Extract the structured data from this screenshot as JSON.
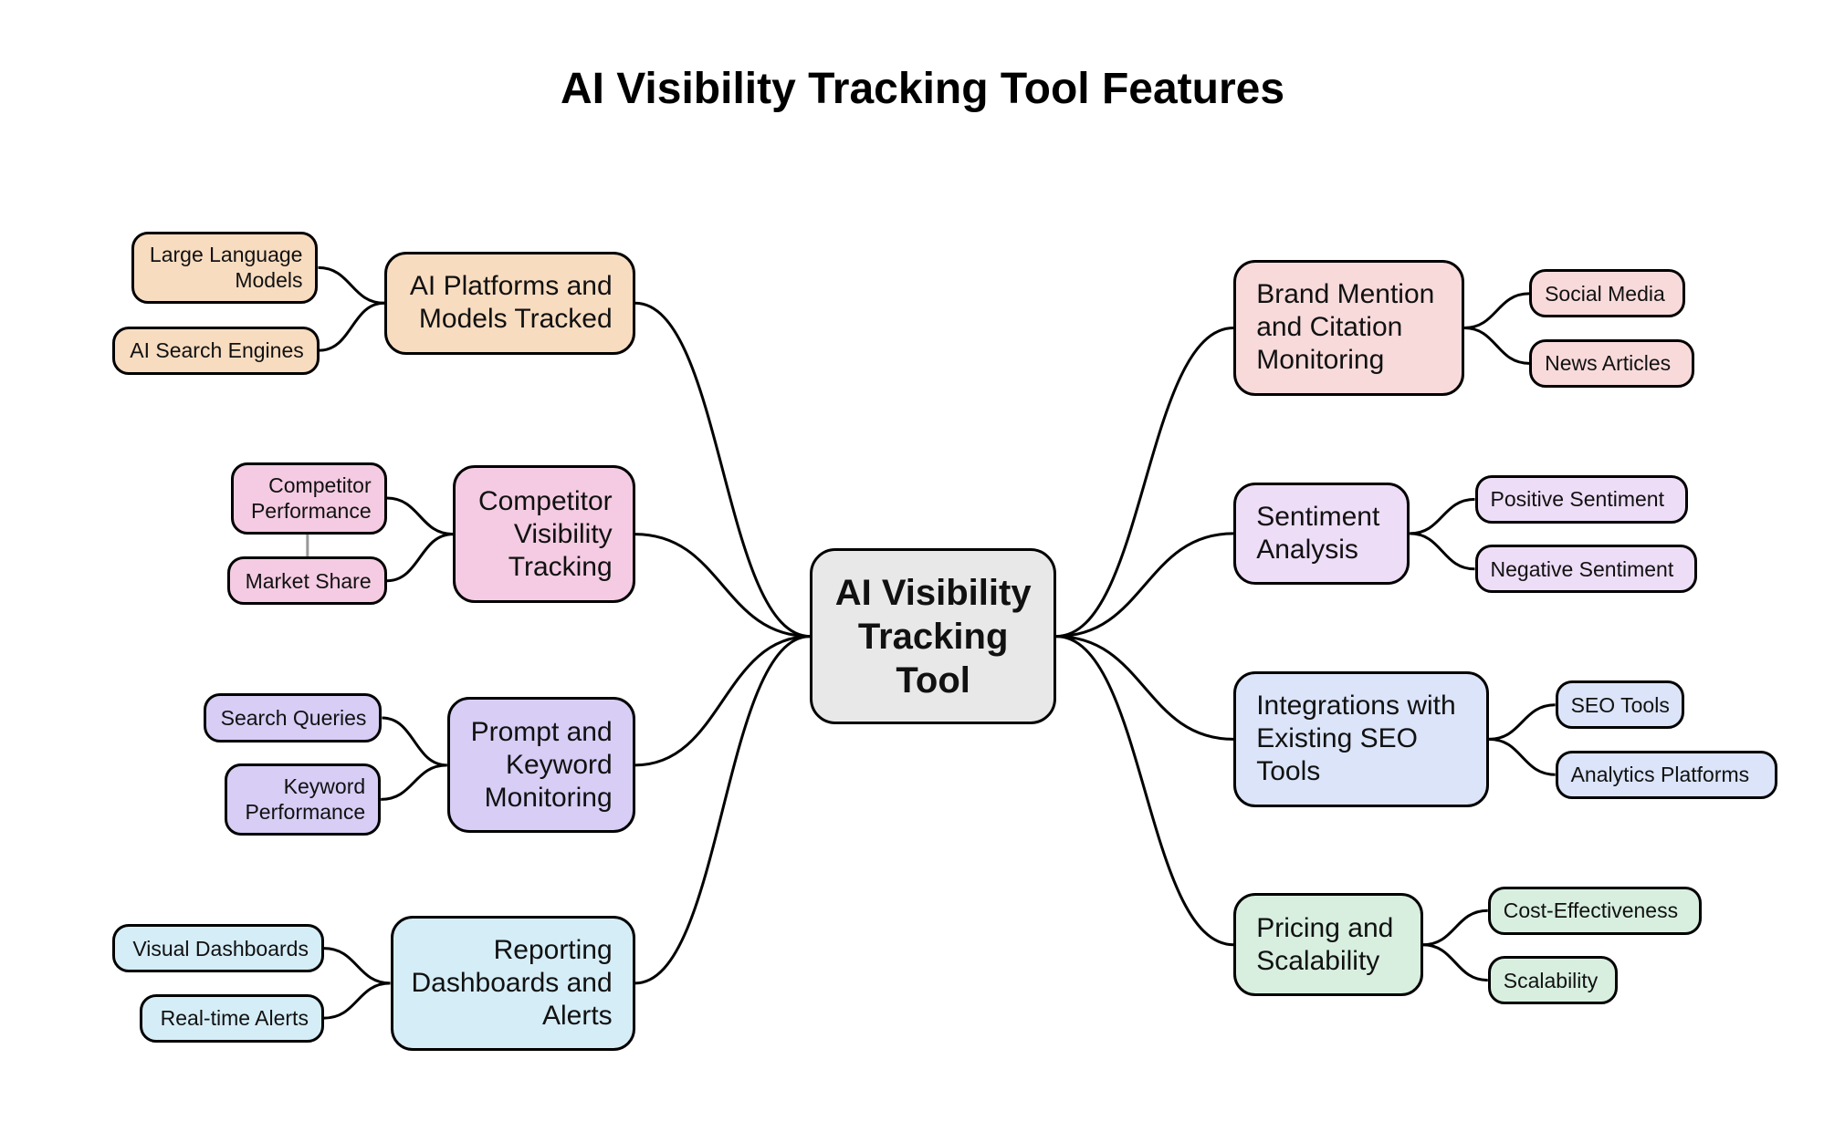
{
  "title": "AI Visibility Tracking Tool Features",
  "center": "AI Visibility Tracking Tool",
  "colors": {
    "peach": "#f8dcc0",
    "pink": "#f4cbe2",
    "violet": "#d7cdf5",
    "sky": "#d5edf7",
    "rose": "#f8dadb",
    "lilac": "#eeddf7",
    "blue": "#dbe4f8",
    "mint": "#d8efe0",
    "center": "#e8e8e8"
  },
  "branches": [
    {
      "label": "AI Platforms and Models Tracked",
      "side": "left",
      "leaves": [
        "Large Language Models",
        "AI Search Engines"
      ]
    },
    {
      "label": "Competitor Visibility Tracking",
      "side": "left",
      "leaves": [
        "Competitor Performance",
        "Market Share"
      ]
    },
    {
      "label": "Prompt and Keyword Monitoring",
      "side": "left",
      "leaves": [
        "Search Queries",
        "Keyword Performance"
      ]
    },
    {
      "label": "Reporting Dashboards and Alerts",
      "side": "left",
      "leaves": [
        "Visual Dashboards",
        "Real-time Alerts"
      ]
    },
    {
      "label": "Brand Mention and Citation Monitoring",
      "side": "right",
      "leaves": [
        "Social Media",
        "News Articles"
      ]
    },
    {
      "label": "Sentiment Analysis",
      "side": "right",
      "leaves": [
        "Positive Sentiment",
        "Negative Sentiment"
      ]
    },
    {
      "label": "Integrations with Existing SEO Tools",
      "side": "right",
      "leaves": [
        "SEO Tools",
        "Analytics Platforms"
      ]
    },
    {
      "label": "Pricing and Scalability",
      "side": "right",
      "leaves": [
        "Cost-Effectiveness",
        "Scalability"
      ]
    }
  ]
}
